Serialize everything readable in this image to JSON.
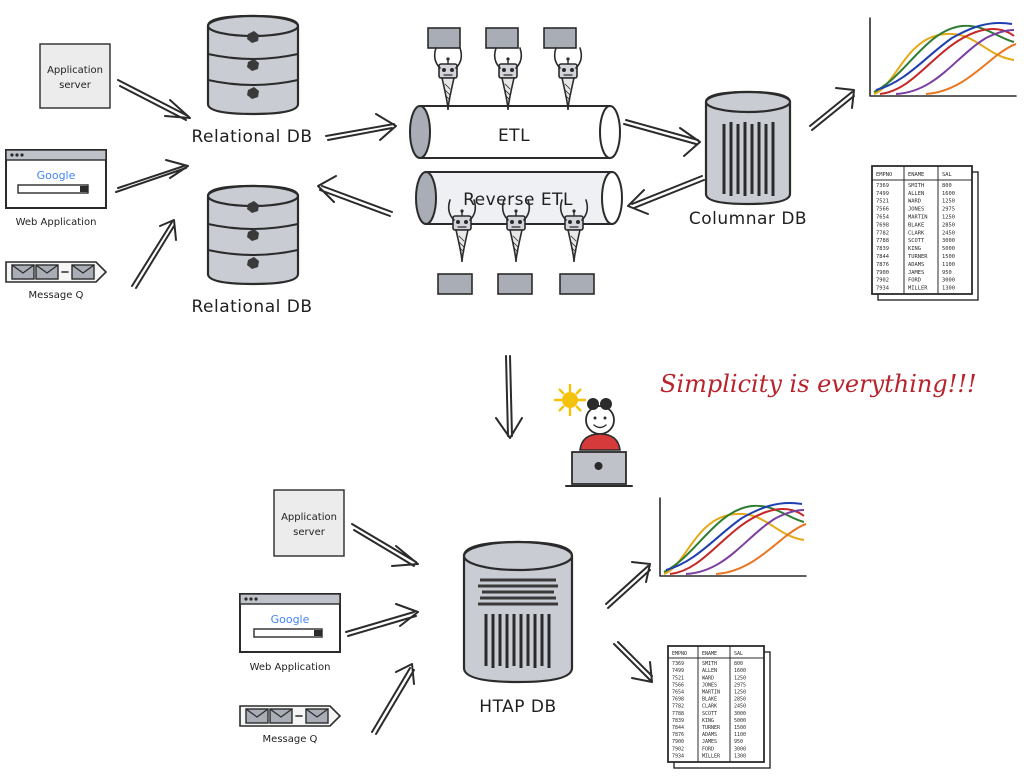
{
  "labels": {
    "relational_db_top": "Relational DB",
    "relational_db_bottom": "Relational DB",
    "etl": "ETL",
    "reverse_etl": "Reverse ETL",
    "columnar_db": "Columnar DB",
    "htap_db": "HTAP DB",
    "slogan": "Simplicity is everything!!!",
    "application_server": [
      "Application",
      "server"
    ],
    "web_application": "Web Application",
    "message_q": "Message Q",
    "google": "Google"
  },
  "report_table": {
    "headers": [
      "EMPNO",
      "ENAME",
      "SAL"
    ],
    "rows": [
      [
        "7369",
        "SMITH",
        "800"
      ],
      [
        "7499",
        "ALLEN",
        "1600"
      ],
      [
        "7521",
        "WARD",
        "1250"
      ],
      [
        "7566",
        "JONES",
        "2975"
      ],
      [
        "7654",
        "MARTIN",
        "1250"
      ],
      [
        "7698",
        "BLAKE",
        "2850"
      ],
      [
        "7782",
        "CLARK",
        "2450"
      ],
      [
        "7788",
        "SCOTT",
        "3000"
      ],
      [
        "7839",
        "KING",
        "5000"
      ],
      [
        "7844",
        "TURNER",
        "1500"
      ],
      [
        "7876",
        "ADAMS",
        "1100"
      ],
      [
        "7900",
        "JAMES",
        "950"
      ],
      [
        "7902",
        "FORD",
        "3000"
      ],
      [
        "7934",
        "MILLER",
        "1300"
      ]
    ]
  },
  "colors": {
    "ink": "#2b2b2b",
    "db_fill": "#c9ccd2",
    "slogan": "#b8242d",
    "curves": [
      "#2e7d32",
      "#1e40af",
      "#e6a817",
      "#c62828",
      "#7b3fa0",
      "#e87722"
    ],
    "google": [
      "#4285f4",
      "#ea4335",
      "#fbbc05",
      "#4285f4",
      "#34a853",
      "#ea4335"
    ]
  },
  "icons": [
    "database-icon",
    "etl-pipe-icon",
    "robot-worker-icon",
    "laptop-user-icon",
    "sun-icon",
    "line-chart-icon",
    "table-report-icon",
    "browser-window-icon",
    "envelope-icon",
    "arrow-icon"
  ]
}
